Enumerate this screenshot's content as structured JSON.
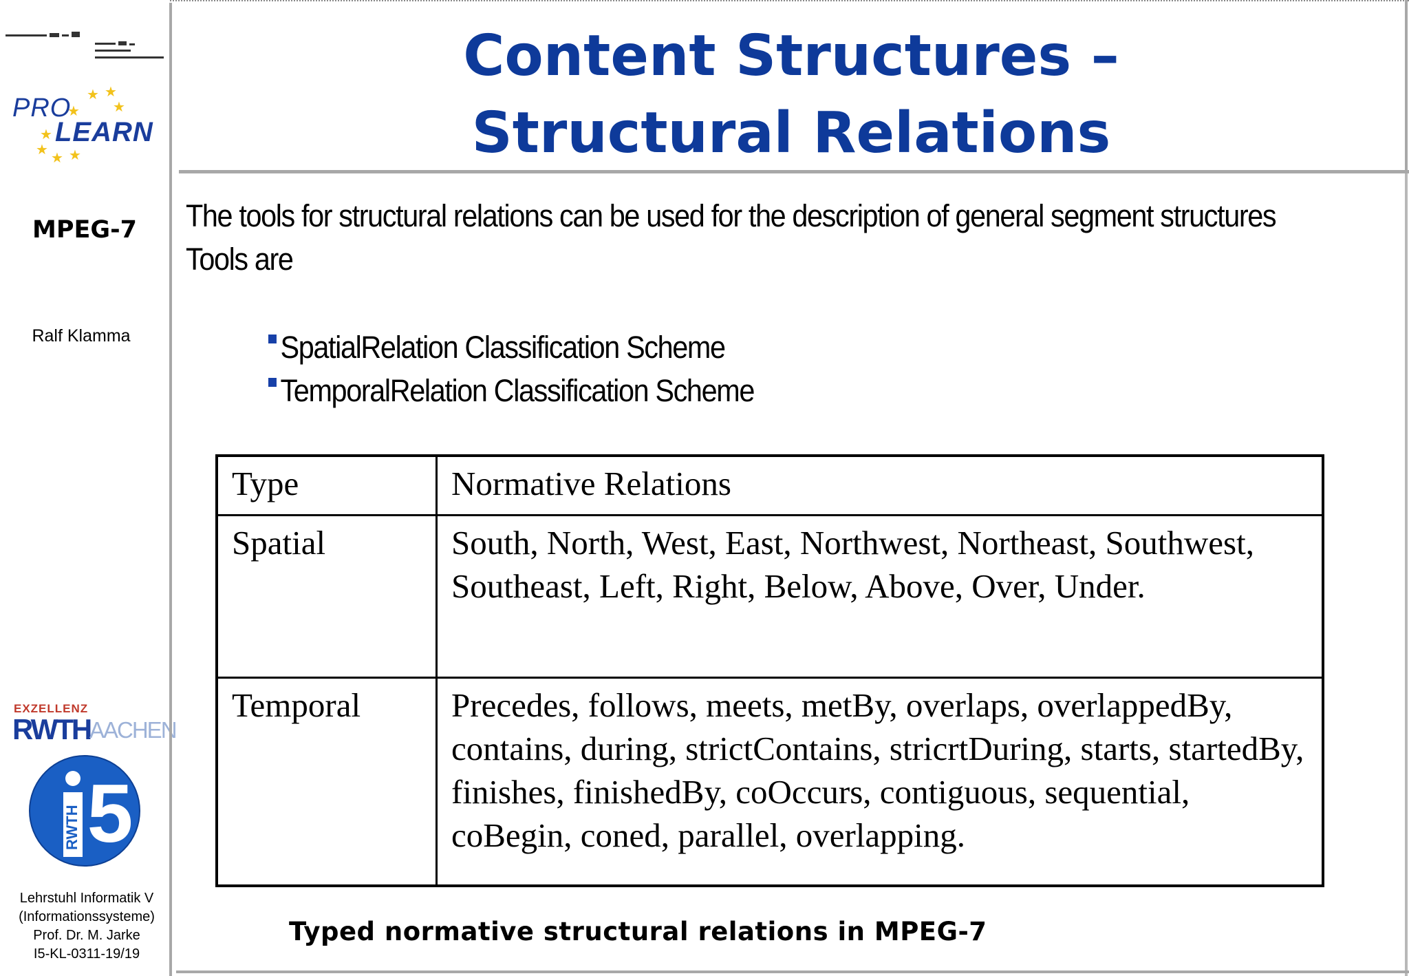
{
  "sidebar": {
    "stamp_text": "",
    "logo_pro": "PRO",
    "logo_learn": "LEARN",
    "title": "MPEG-7",
    "author": "Ralf Klamma",
    "rwth_exzellenz": "EXZELLENZ",
    "rwth_word": "RWTH",
    "rwth_aachen": "AACHEN",
    "i5_label": "RWTH",
    "i5_number": "5",
    "footer": [
      "Lehrstuhl Informatik V",
      "(Informationssysteme)",
      "Prof. Dr. M. Jarke",
      "I5-KL-0311-19/19"
    ]
  },
  "header": {
    "title_line1": "Content Structures –",
    "title_line2": "Structural Relations"
  },
  "body": {
    "intro": "The tools for structural relations can be used for the description of general segment structures",
    "tools_label": "Tools are",
    "bullets": [
      "SpatialRelation Classification Scheme",
      "TemporalRelation Classification Scheme"
    ]
  },
  "table": {
    "headers": [
      "Type",
      "Normative Relations"
    ],
    "rows": [
      {
        "type": "Spatial",
        "relations": "South, North, West, East, Northwest, Northeast, Southwest, Southeast, Left, Right, Below, Above, Over, Under."
      },
      {
        "type": "Temporal",
        "relations": "Precedes, follows, meets, metBy, overlaps, overlappedBy, contains, during, strictContains, stricrtDuring, starts, startedBy,  finishes, finishedBy, coOccurs, contiguous, sequential, coBegin, coned, parallel, overlapping."
      }
    ]
  },
  "caption": "Typed normative structural relations in MPEG-7",
  "colors": {
    "title_blue": "#0e3a9a",
    "bullet_blue": "#1740a8",
    "logo_star_gold": "#f2c21b",
    "rule_gray": "#a8a8a8"
  }
}
